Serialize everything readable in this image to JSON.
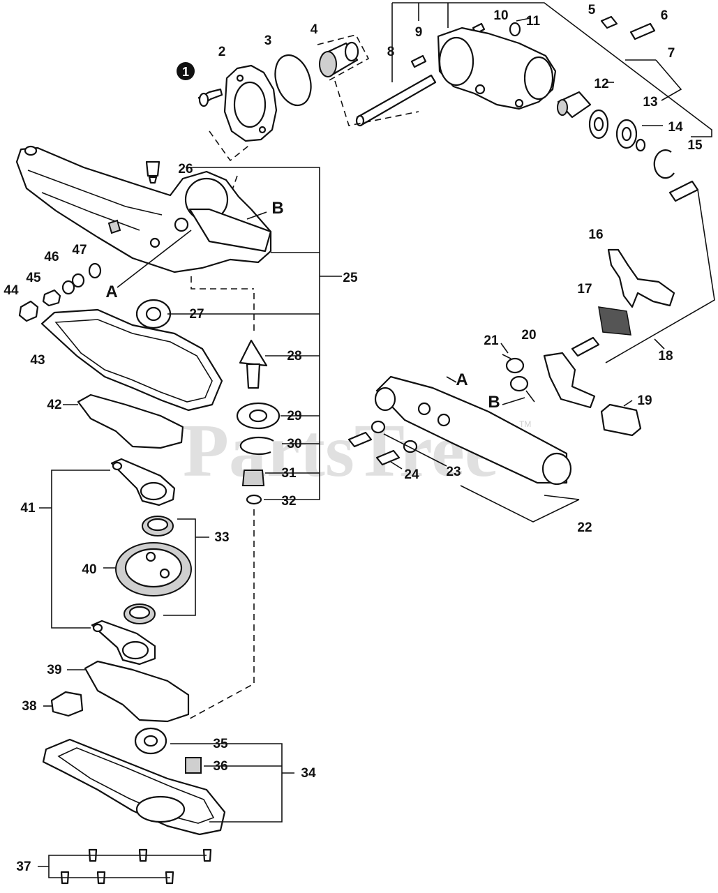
{
  "watermark": {
    "text": "PartsTree",
    "tm": "TM"
  },
  "callout_marker": "1",
  "part_numbers": [
    "2",
    "3",
    "4",
    "5",
    "6",
    "7",
    "8",
    "9",
    "10",
    "11",
    "12",
    "13",
    "14",
    "15",
    "16",
    "17",
    "18",
    "19",
    "20",
    "21",
    "22",
    "23",
    "24",
    "25",
    "26",
    "27",
    "28",
    "29",
    "30",
    "31",
    "32",
    "33",
    "34",
    "35",
    "36",
    "37",
    "38",
    "39",
    "40",
    "41",
    "42",
    "43",
    "44",
    "45",
    "46",
    "47"
  ],
  "reference_letters": {
    "a": "A",
    "b": "B"
  }
}
